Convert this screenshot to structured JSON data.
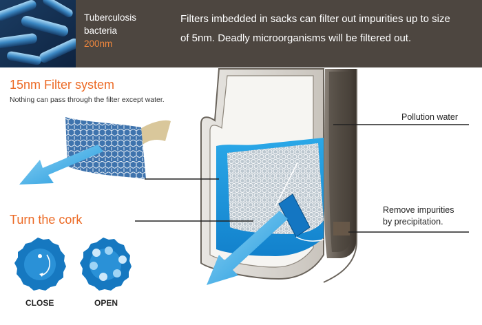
{
  "header": {
    "bacteria_name_line1": "Tuberculosis",
    "bacteria_name_line2": "bacteria",
    "bacteria_size": "200nm",
    "message_line1": "Filters imbedded in sacks can filter out impurities up to size",
    "message_line2": "of 5nm. Deadly microorganisms will be filtered out."
  },
  "filter_system": {
    "title": "15nm Filter system",
    "subtitle": "Nothing can pass through the  filter except water."
  },
  "labels": {
    "pollution_water": "Pollution water",
    "remove_line1": "Remove impurities",
    "remove_line2": "by precipitation."
  },
  "cork": {
    "title": "Turn the cork",
    "close_label": "CLOSE",
    "open_label": "OPEN"
  },
  "colors": {
    "header_bg": "#4d4640",
    "accent_orange": "#ec6a25",
    "water_blue": "#1ea0e0",
    "cork_blue": "#1580c8"
  }
}
